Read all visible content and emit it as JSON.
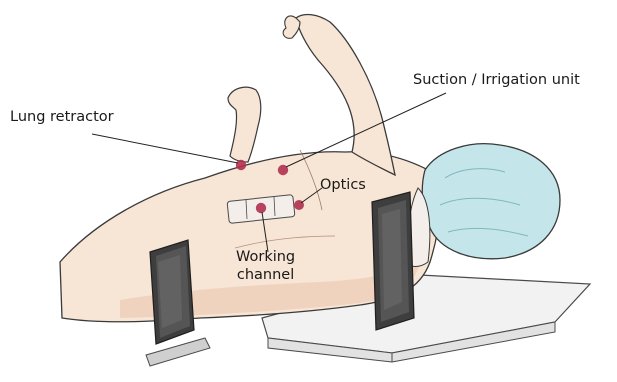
{
  "labels": {
    "lung_retractor": "Lung retractor",
    "suction_irrigation": "Suction / Irrigation unit",
    "optics": "Optics",
    "working_channel_line1": "Working",
    "working_channel_line2": "channel"
  },
  "colors": {
    "skin": "#f6e3d2",
    "skin_shadow": "#e9c7ad",
    "outline": "#3a3a3a",
    "port": "#b0304f",
    "cap": "#bfe3e8",
    "table": "#f3f3f3",
    "support": "#3b3b3b"
  }
}
